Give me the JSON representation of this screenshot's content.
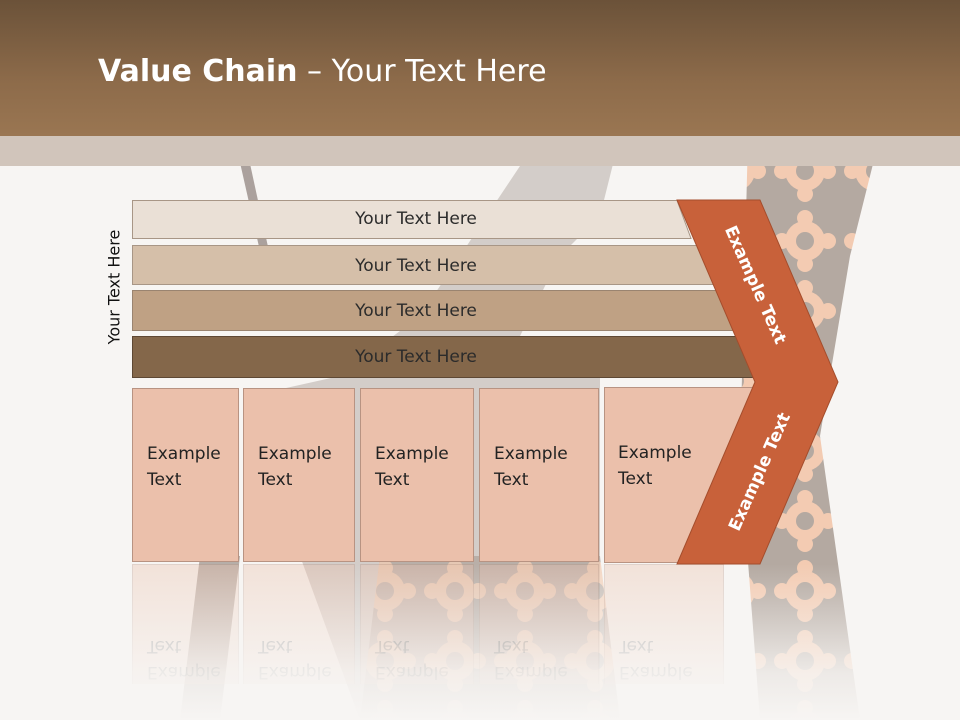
{
  "slide": {
    "title_bold": "Value Chain",
    "title_rest": " – Your Text Here",
    "side_label": "Your Text Here"
  },
  "rows": [
    {
      "label": "Your Text Here",
      "color": "#eae0d6"
    },
    {
      "label": "Your Text Here",
      "color": "#d5bfa9"
    },
    {
      "label": "Your Text Here",
      "color": "#bfa184"
    },
    {
      "label": "Your Text Here",
      "color": "#84674a"
    }
  ],
  "boxes": [
    {
      "text": "Example\nText"
    },
    {
      "text": "Example\nText"
    },
    {
      "text": "Example\nText"
    },
    {
      "text": "Example\nText"
    },
    {
      "text": "Example\nText"
    }
  ],
  "chevron": {
    "upper": "Example Text",
    "lower": "Example Text",
    "color": "#c8613a"
  }
}
